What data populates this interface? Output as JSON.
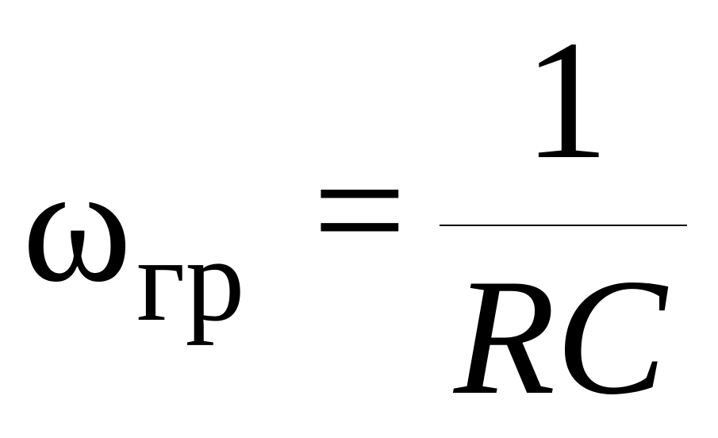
{
  "formula": {
    "lhs_symbol": "ω",
    "lhs_subscript": "гр",
    "operator": "=",
    "numerator": "1",
    "denominator": "RC"
  },
  "colors": {
    "text": "#000000",
    "background": "#ffffff"
  }
}
